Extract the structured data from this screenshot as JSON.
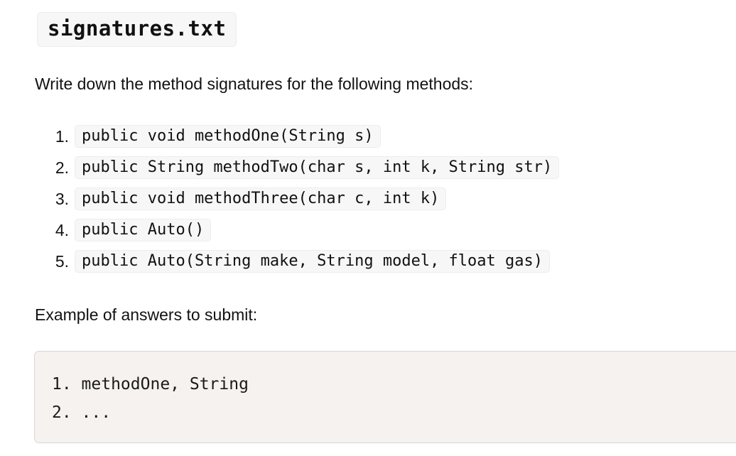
{
  "document": {
    "title": "signatures.txt",
    "intro": "Write down the method signatures for the following methods:",
    "example_label": "Example of answers to submit:",
    "signatures": [
      {
        "marker": "1.",
        "code": "public void methodOne(String s)"
      },
      {
        "marker": "2.",
        "code": "public String methodTwo(char s, int k, String str)"
      },
      {
        "marker": "3.",
        "code": "public void methodThree(char c, int k)"
      },
      {
        "marker": "4.",
        "code": "public Auto()"
      },
      {
        "marker": "5.",
        "code": "public Auto(String make, String model, float gas)"
      }
    ],
    "answer_example": {
      "lines": [
        "1. methodOne, String",
        "2. ..."
      ]
    }
  },
  "colors": {
    "page_background": "#ffffff",
    "code_chip_background": "#f7f7f7",
    "code_chip_border": "#ededed",
    "answer_block_background": "#f5f2ef",
    "answer_block_border": "#d8d6d4",
    "text": "#121212"
  }
}
